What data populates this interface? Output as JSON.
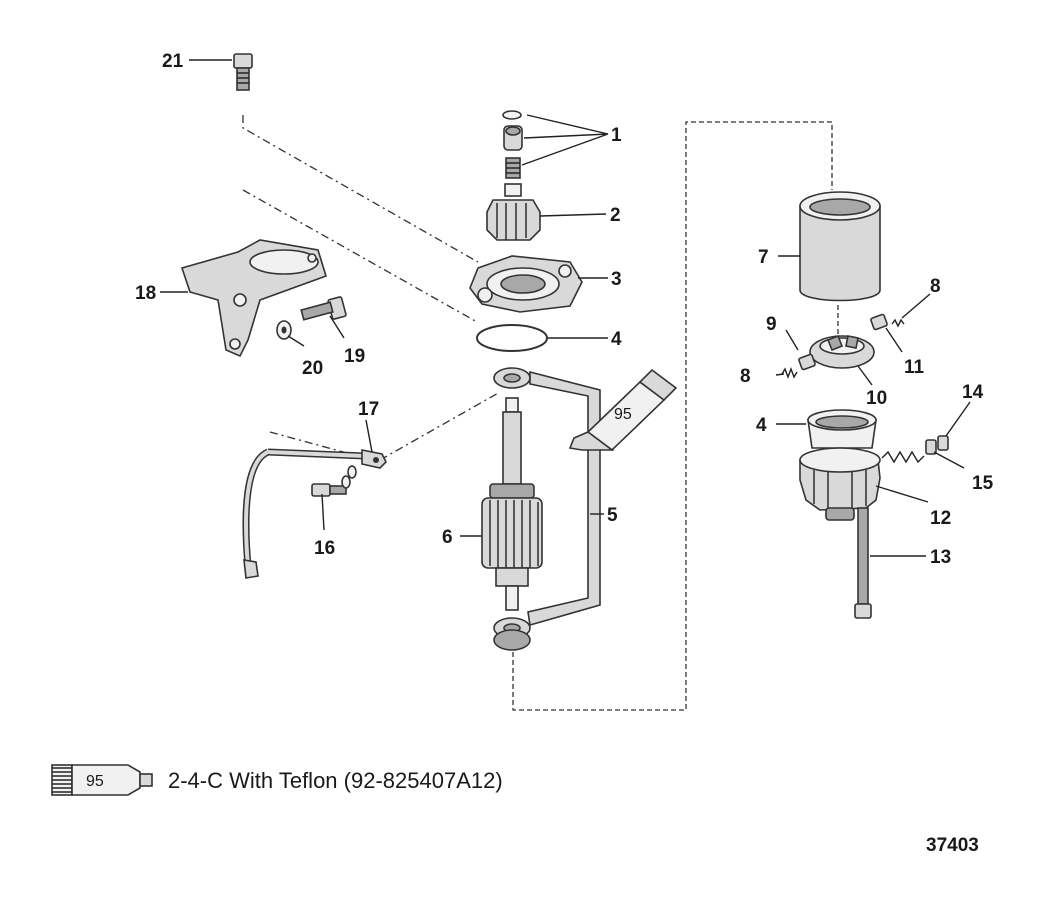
{
  "callouts": {
    "c1": "1",
    "c2": "2",
    "c3": "3",
    "c4a": "4",
    "c4b": "4",
    "c5": "5",
    "c6": "6",
    "c7": "7",
    "c8a": "8",
    "c8b": "8",
    "c9": "9",
    "c10": "10",
    "c11": "11",
    "c12": "12",
    "c13": "13",
    "c14": "14",
    "c15": "15",
    "c16": "16",
    "c17": "17",
    "c18": "18",
    "c19": "19",
    "c20": "20",
    "c21": "21"
  },
  "tube_label": "95",
  "legend": {
    "tube_number": "95",
    "text": "2-4-C  With Teflon (92-825407A12)"
  },
  "figure_id": "37403"
}
